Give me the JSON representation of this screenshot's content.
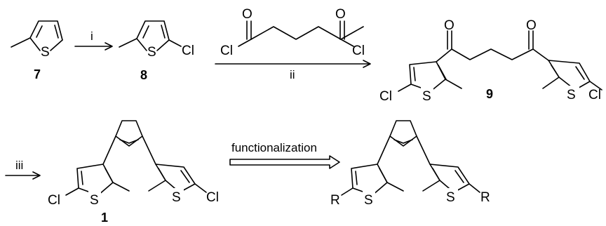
{
  "compounds": {
    "c7": "7",
    "c8": "8",
    "c9": "9",
    "c1": "1"
  },
  "reagents": {
    "step_i": "i",
    "step_ii": "ii",
    "step_iii": "iii",
    "functionalization": "functionalization"
  },
  "atoms": {
    "sulfur": "S",
    "chlorine": "Cl",
    "oxygen": "O",
    "r_group": "R"
  }
}
